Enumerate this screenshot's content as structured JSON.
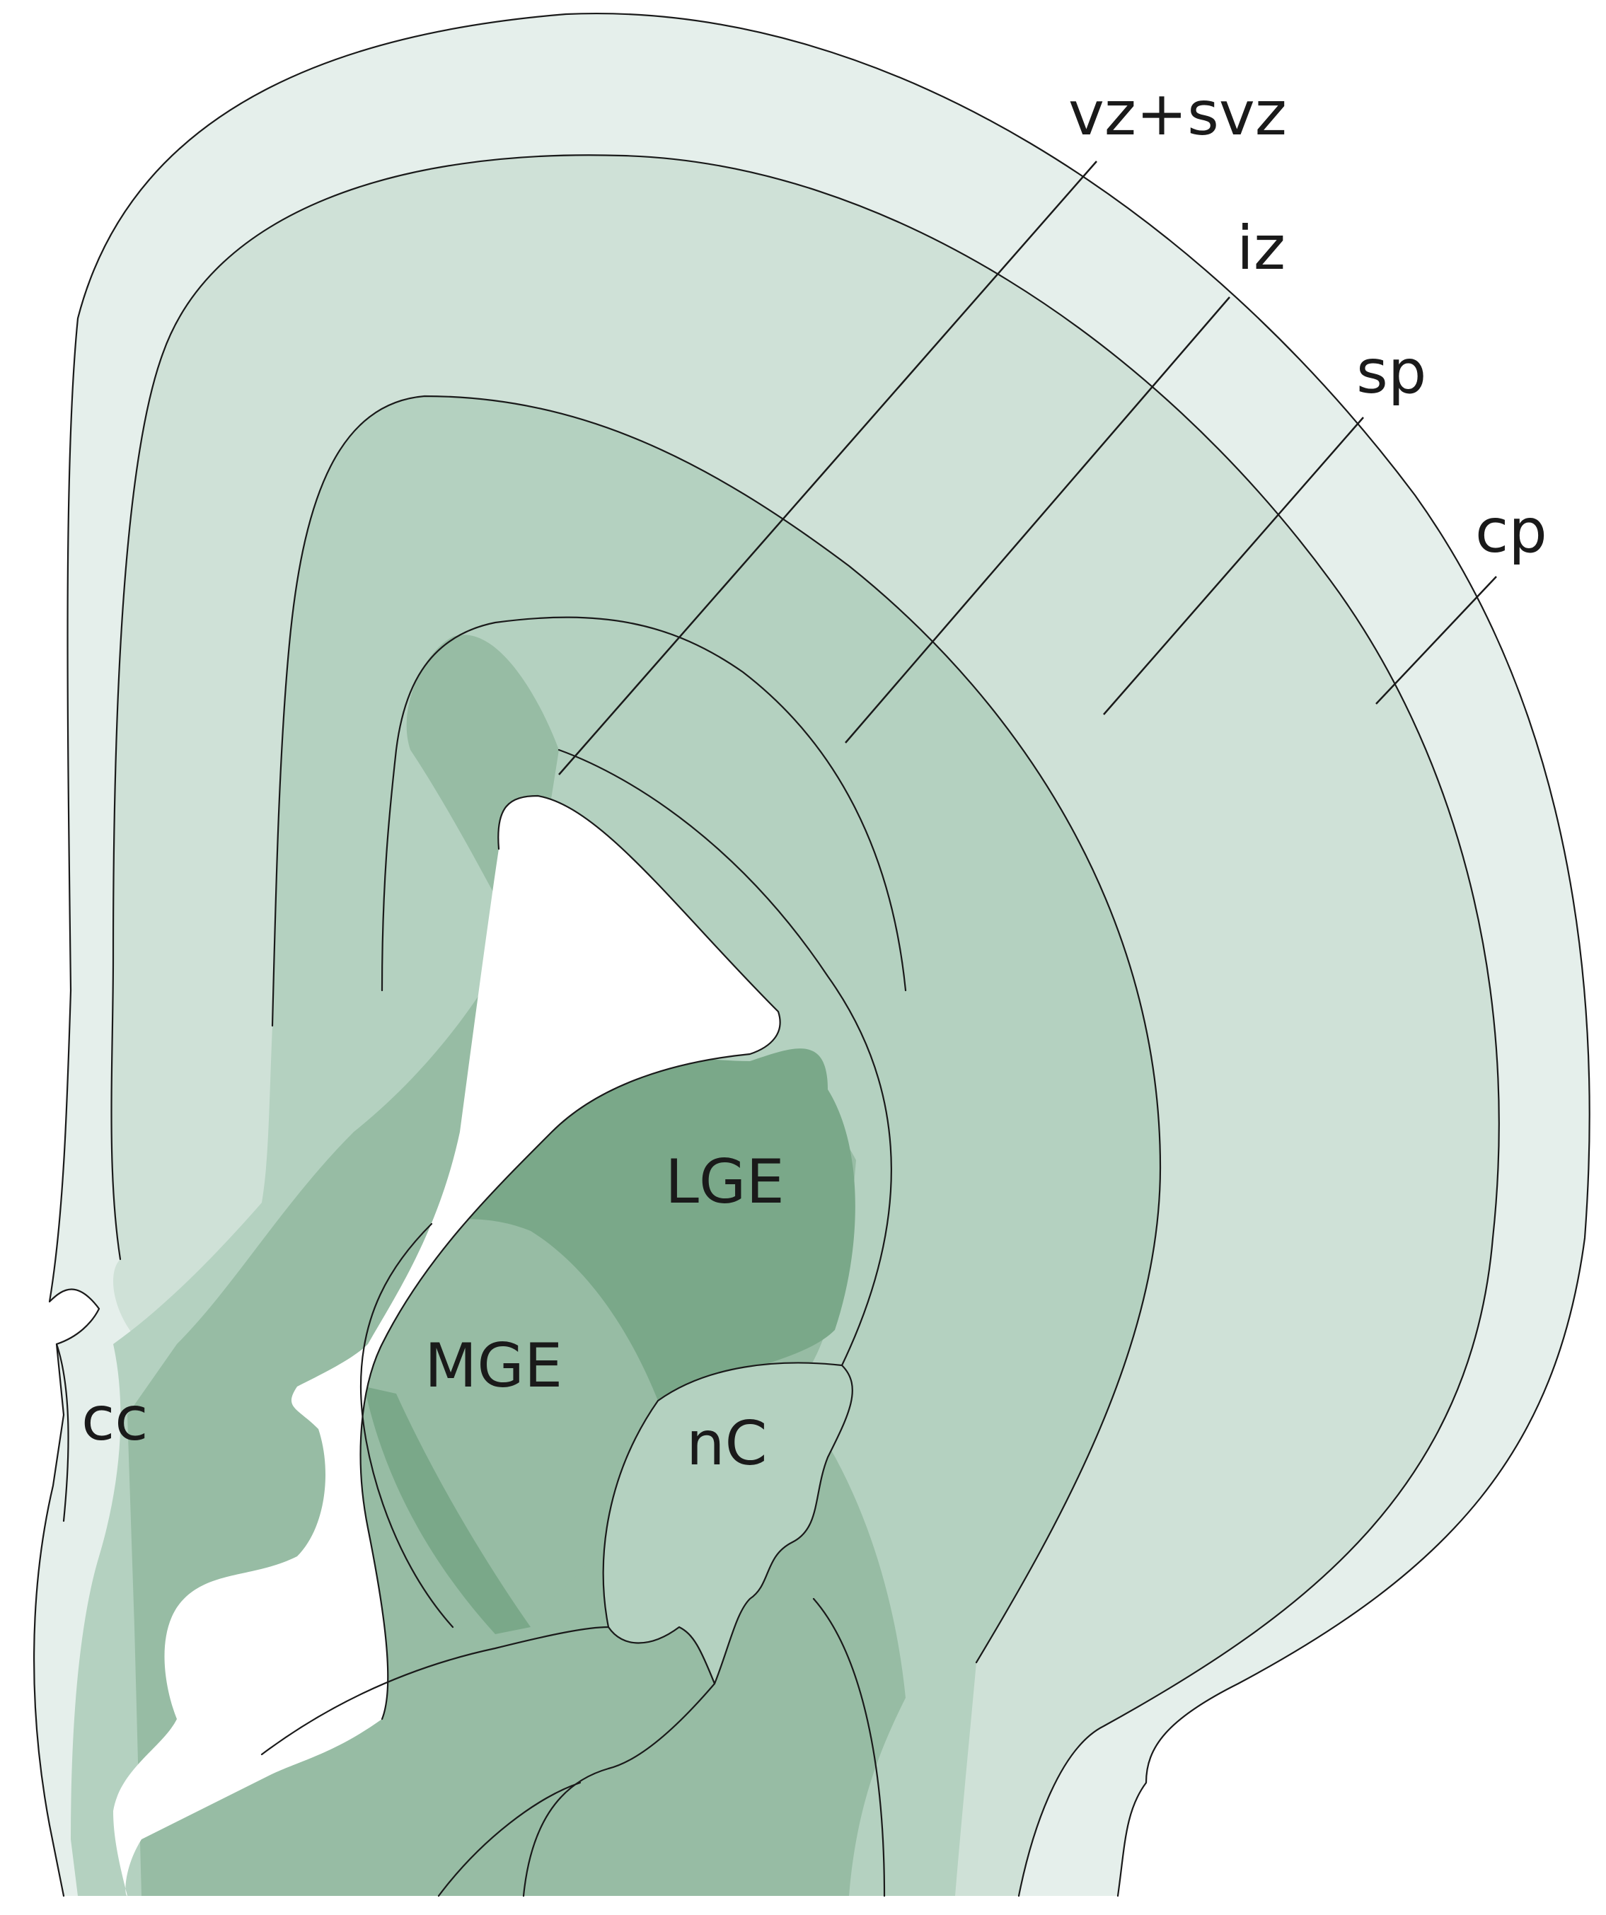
{
  "labels": {
    "vz_svz": "vz+svz",
    "iz": "iz",
    "sp": "sp",
    "cp": "cp",
    "lge": "LGE",
    "mge": "MGE",
    "nc": "nC",
    "cc": "cc"
  },
  "colors": {
    "background": "#ffffff",
    "cortical_plate": "#e5efeb",
    "subplate": "#cfe1d7",
    "intermediate_zone": "#b4d1c0",
    "ventricular_zone": "#97bca4",
    "eminence_dark": "#7aa889",
    "ventricle": "#ffffff",
    "outline": "#1a1a1a"
  }
}
